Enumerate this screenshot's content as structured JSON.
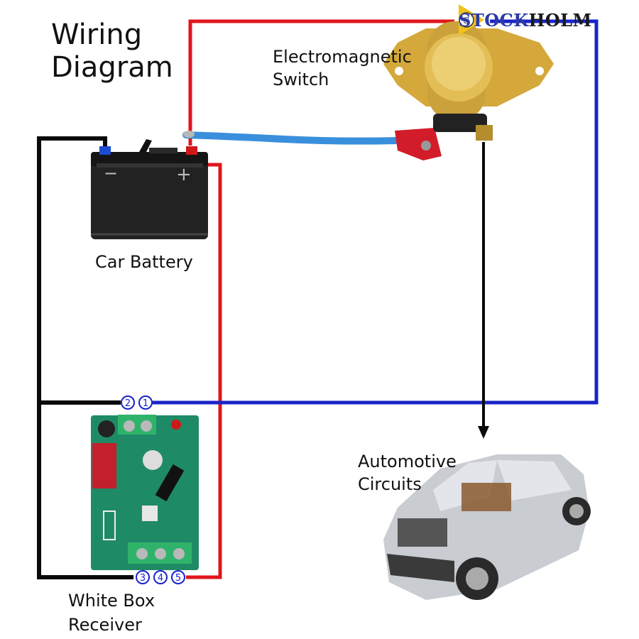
{
  "diagram": {
    "title_line1": "Wiring",
    "title_line2": "Diagram",
    "labels": {
      "switch_line1": "Electromagnetic",
      "switch_line2": "Switch",
      "battery": "Car Battery",
      "automotive_line1": "Automotive",
      "automotive_line2": "Circuits",
      "receiver_line1": "White Box",
      "receiver_line2": "Receiver"
    },
    "battery_terminals": {
      "negative": "−",
      "positive": "+"
    },
    "terminal_numbers": [
      "1",
      "2",
      "3",
      "4",
      "5"
    ],
    "wire_colors": {
      "positive": "#e0161b",
      "negative": "#0a0a0a",
      "signal": "#1a24c8"
    }
  },
  "brand": {
    "name_part1": "STOCK",
    "name_part2": "HOLM",
    "badge_letter": "S"
  }
}
